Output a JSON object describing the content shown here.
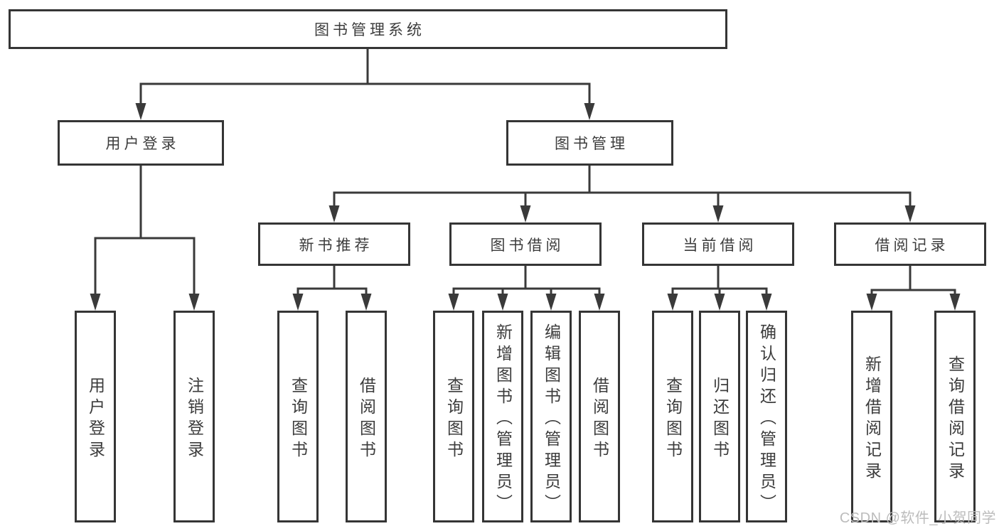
{
  "tree": {
    "root": {
      "label": "图书管理系统"
    },
    "branches": [
      {
        "label": "用户登录",
        "children": [
          {
            "label": "用户登录"
          },
          {
            "label": "注销登录"
          }
        ]
      },
      {
        "label": "图书管理",
        "children": [
          {
            "label": "新书推荐",
            "children": [
              {
                "label": "查询图书"
              },
              {
                "label": "借阅图书"
              }
            ]
          },
          {
            "label": "图书借阅",
            "children": [
              {
                "label": "查询图书"
              },
              {
                "label": "新增图书（管理员）"
              },
              {
                "label": "编辑图书（管理员）"
              },
              {
                "label": "借阅图书"
              }
            ]
          },
          {
            "label": "当前借阅",
            "children": [
              {
                "label": "查询图书"
              },
              {
                "label": "归还图书"
              },
              {
                "label": "确认归还（管理员）"
              }
            ]
          },
          {
            "label": "借阅记录",
            "children": [
              {
                "label": "新增借阅记录"
              },
              {
                "label": "查询借阅记录"
              }
            ]
          }
        ]
      }
    ]
  },
  "colors": {
    "line": "#3a3a3a",
    "border": "#353535",
    "text": "#3c3c3c",
    "watermark": "#bcbcbc"
  },
  "watermark": {
    "text": "CSDN @软件_小贺同学"
  }
}
